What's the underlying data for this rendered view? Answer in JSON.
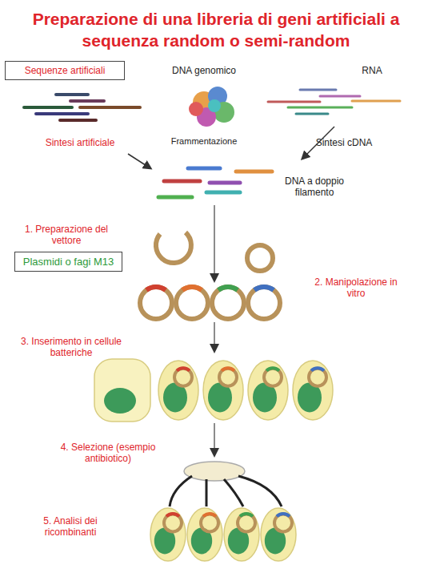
{
  "diagram": {
    "title": "Preparazione di una libreria di geni artificiali a sequenza random o semi-random",
    "nodes": [
      {
        "text": [
          "Sequenze artificiali"
        ]
      },
      {
        "text": [
          "Plasmidi o fagi M13"
        ]
      }
    ],
    "labels": [
      "DNA genomico",
      "RNA",
      "Sintesi artificiale",
      "Frammentazione",
      "Sintesi cDNA",
      "DNA a doppio filamento",
      "1. Preparazione del vettore",
      "2. Manipolazione in vitro",
      "3. Inserimento in cellule batteriche",
      "4. Selezione (esempio antibiotico)",
      "5. Analisi dei ricombinanti"
    ]
  }
}
